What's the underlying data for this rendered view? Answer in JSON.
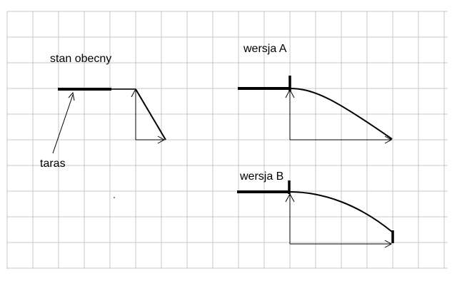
{
  "labels": {
    "current": "stan obecny",
    "version_a": "wersja A",
    "version_b": "wersja B",
    "terrace": "taras"
  },
  "colors": {
    "grid": "#c8c8c8",
    "ink": "#000000",
    "background": "#ffffff"
  }
}
